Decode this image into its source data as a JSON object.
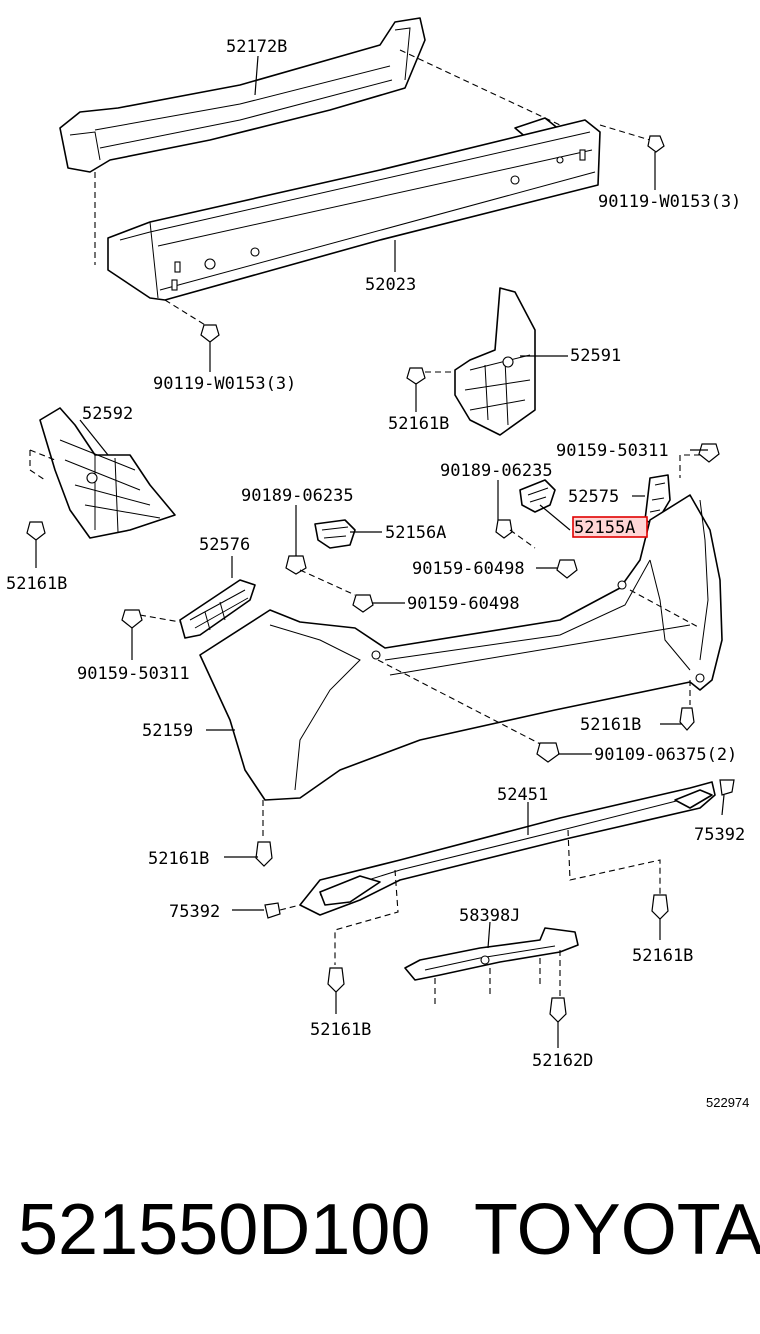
{
  "diagram": {
    "labels": {
      "l52172B": "52172B",
      "l52023": "52023",
      "l90119_top": "90119-W0153(3)",
      "l90119_left": "90119-W0153(3)",
      "l52591": "52591",
      "l52161B_a": "52161B",
      "l52592": "52592",
      "l52161B_b": "52161B",
      "l90159_50311_a": "90159-50311",
      "l90189_06235_a": "90189-06235",
      "l52575": "52575",
      "l52155A": "52155A",
      "l90189_06235_b": "90189-06235",
      "l52156A": "52156A",
      "l90159_60498_a": "90159-60498",
      "l52576": "52576",
      "l90159_60498_b": "90159-60498",
      "l90159_50311_b": "90159-50311",
      "l52159": "52159",
      "l52161B_c": "52161B",
      "l90109_06375": "90109-06375(2)",
      "l52451": "52451",
      "l75392_a": "75392",
      "l52161B_d": "52161B",
      "l75392_b": "75392",
      "l58398J": "58398J",
      "l52161B_e": "52161B",
      "l52161B_f": "52161B",
      "l52162D": "52162D"
    },
    "highlight_color": "#e00000",
    "reference_code": "522974"
  },
  "caption": {
    "part_number": "521550D100",
    "brand": "TOYOTA"
  }
}
